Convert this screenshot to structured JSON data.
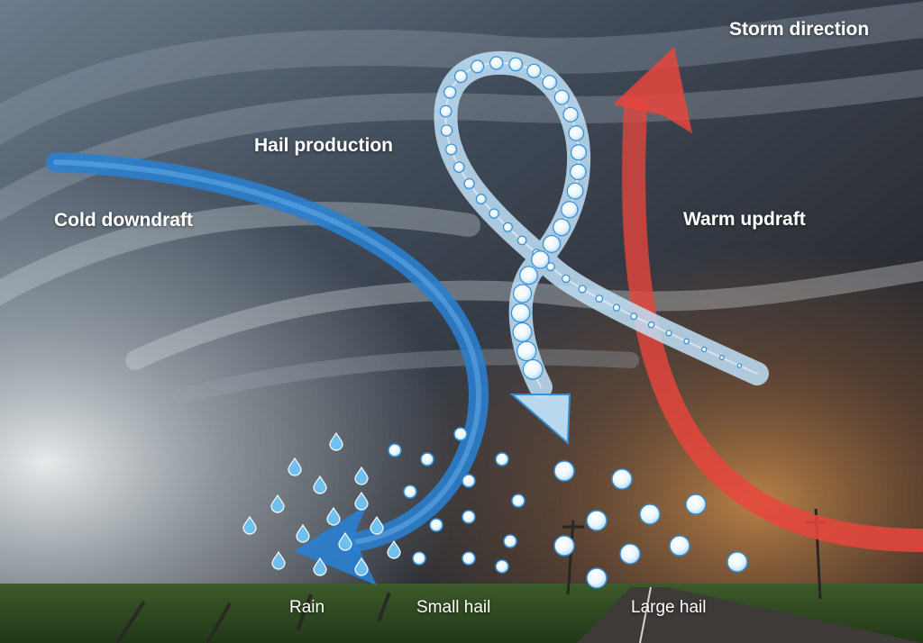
{
  "labels": {
    "storm_direction": "Storm direction",
    "hail_production": "Hail production",
    "cold_downdraft": "Cold downdraft",
    "warm_updraft": "Warm updraft",
    "rain": "Rain",
    "small_hail": "Small hail",
    "large_hail": "Large hail"
  },
  "colors": {
    "cold_downdraft": "#2a7fd0",
    "warm_updraft": "#e8453c",
    "hail_path": "#bfe0f7",
    "hail_outline": "#2f8fd8"
  }
}
